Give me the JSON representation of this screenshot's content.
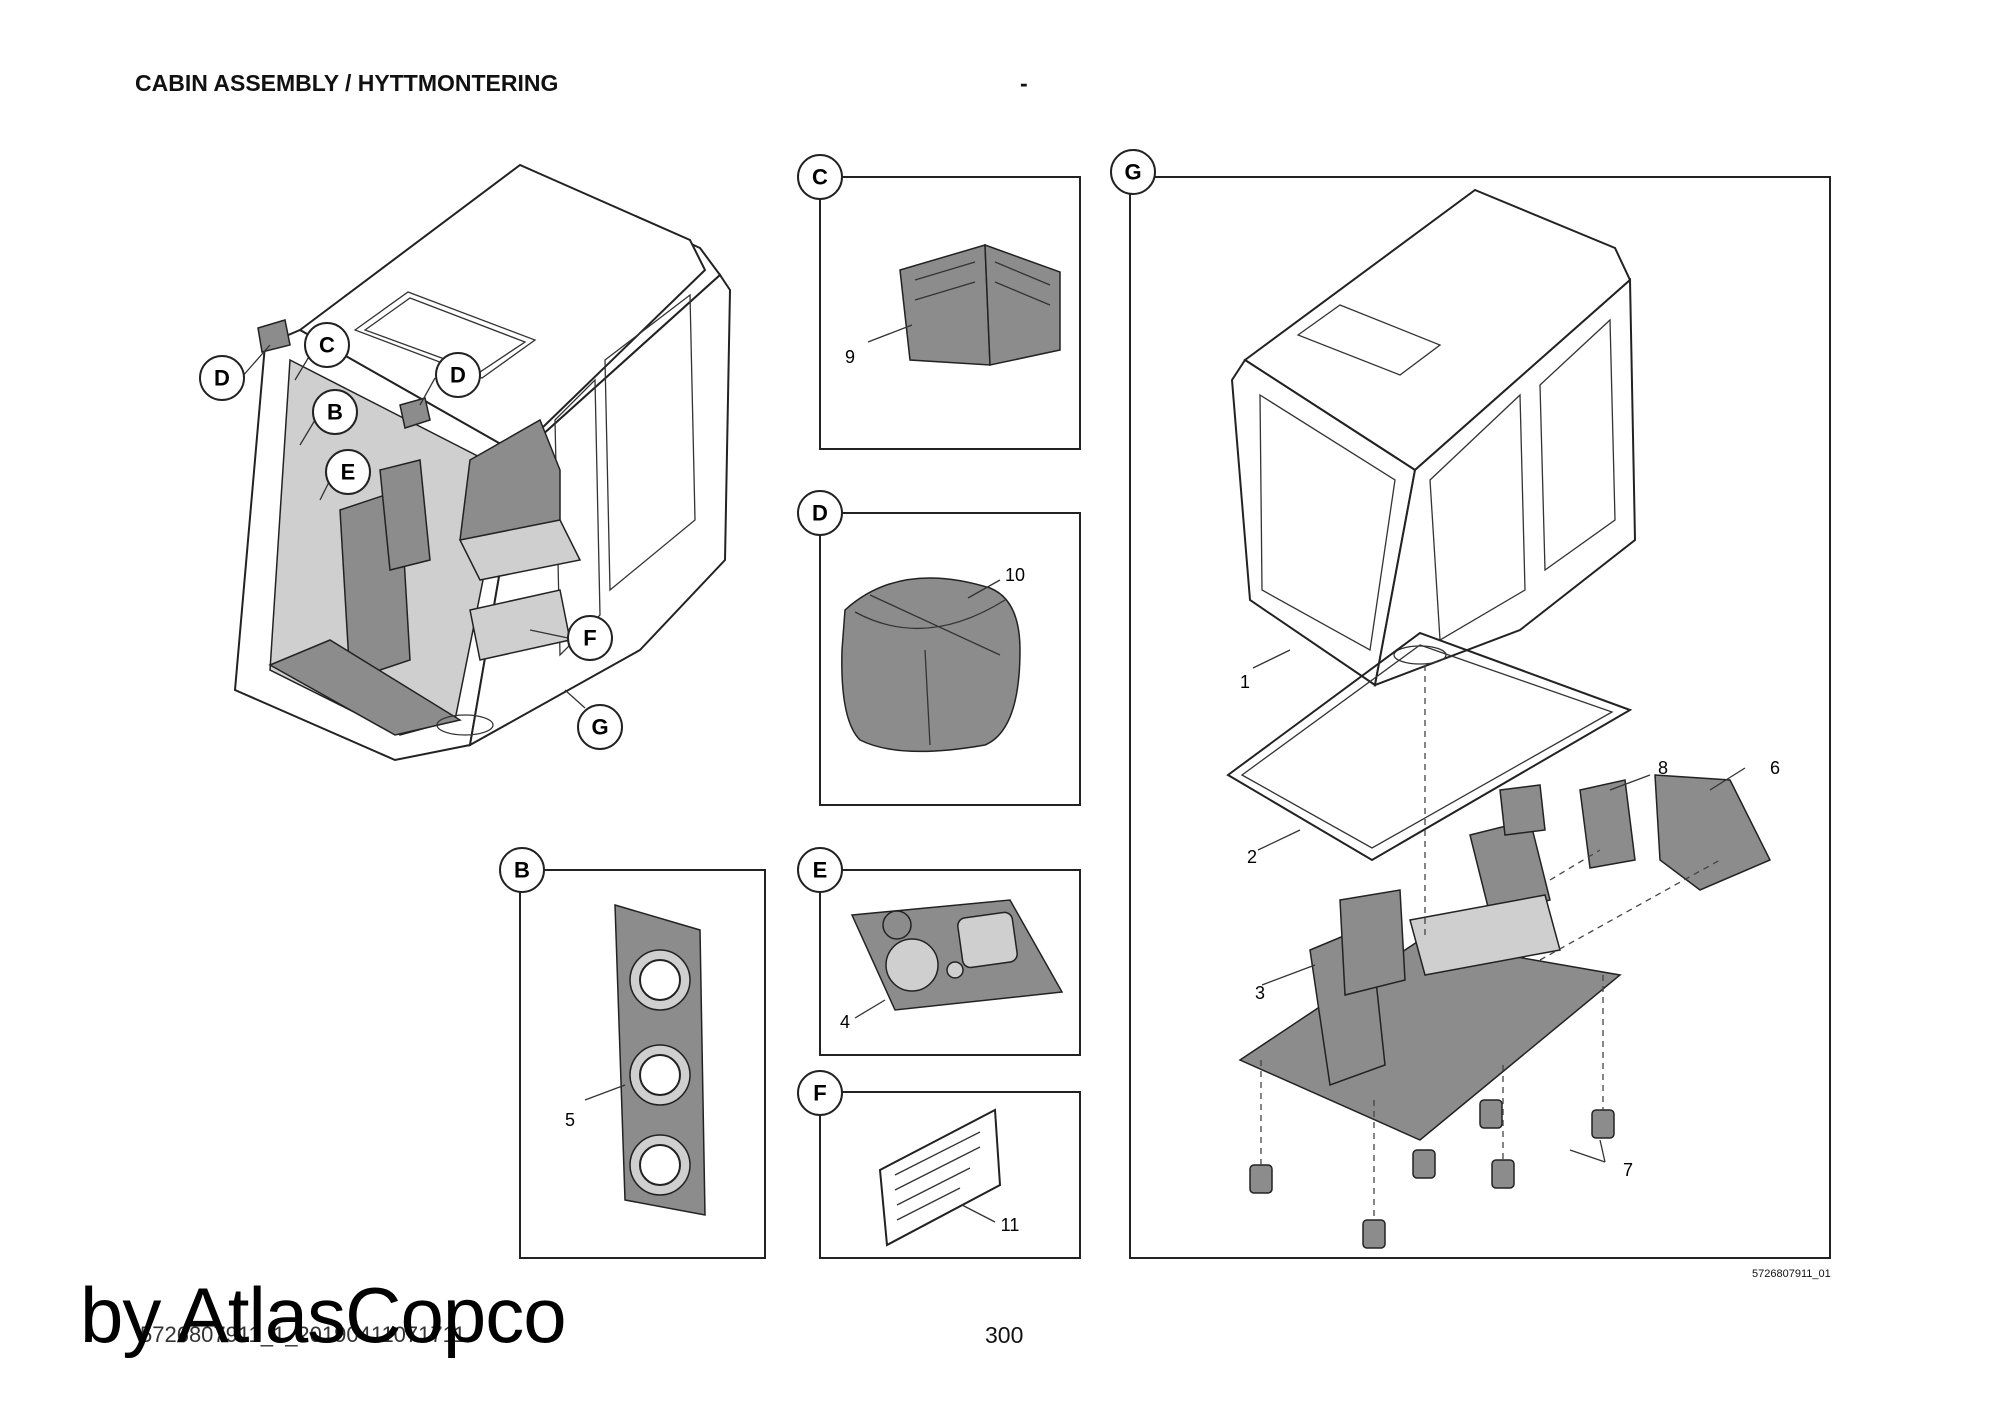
{
  "header": {
    "title": "CABIN ASSEMBLY / HYTTMONTERING",
    "dash": "-"
  },
  "callouts": {
    "B": "B",
    "C": "C",
    "D": "D",
    "E": "E",
    "F": "F",
    "G": "G"
  },
  "part_numbers": {
    "p1": "1",
    "p2": "2",
    "p3": "3",
    "p4": "4",
    "p5": "5",
    "p6": "6",
    "p7": "7",
    "p8": "8",
    "p9": "9",
    "p10": "10",
    "p11": "11"
  },
  "figure_number": "5726807911_01",
  "footer": {
    "left_text": "5726807911_1_20190411071711",
    "page_number": "300"
  },
  "watermark": "by AtlasCopco"
}
